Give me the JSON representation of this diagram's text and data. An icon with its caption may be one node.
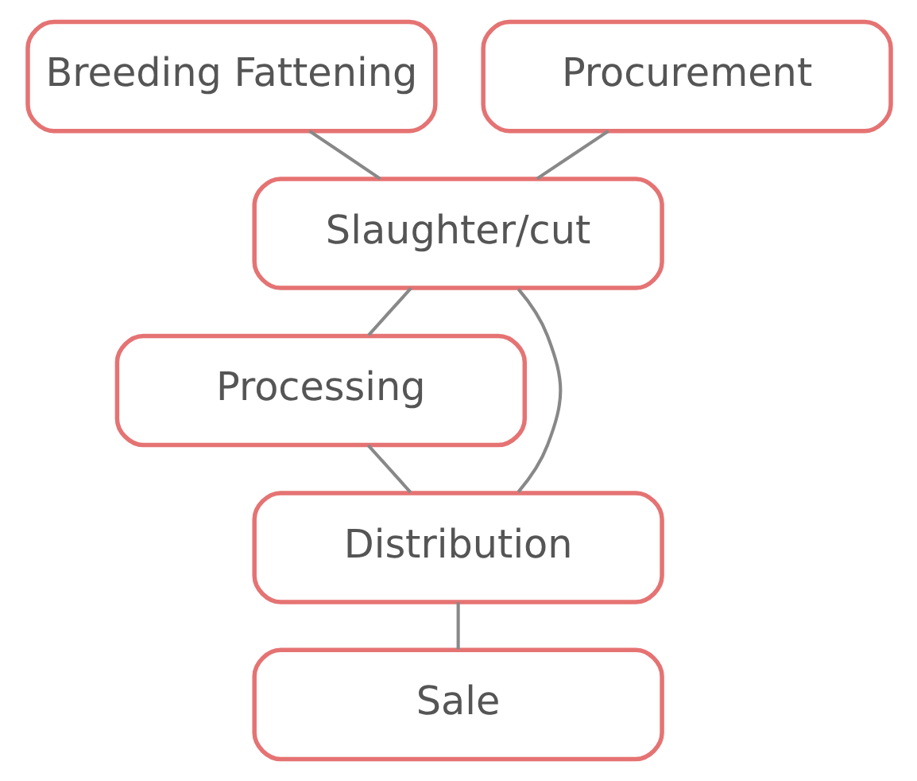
{
  "diagram": {
    "nodes": [
      {
        "text": [
          "Breeding Fattening"
        ]
      },
      {
        "text": [
          "Procurement"
        ]
      },
      {
        "text": [
          "Slaughter/cut"
        ]
      },
      {
        "text": [
          "Processing"
        ]
      },
      {
        "text": [
          "Distribution"
        ]
      },
      {
        "text": [
          "Sale"
        ]
      }
    ],
    "edges": [
      {
        "from": 0,
        "to": 2,
        "arrow": "none"
      },
      {
        "from": 1,
        "to": 2,
        "arrow": "none"
      },
      {
        "from": 2,
        "to": 3,
        "arrow": "none"
      },
      {
        "from": 2,
        "to": 4,
        "arrow": "none"
      },
      {
        "from": 3,
        "to": 4,
        "arrow": "none"
      },
      {
        "from": 4,
        "to": 5,
        "arrow": "none"
      }
    ]
  }
}
